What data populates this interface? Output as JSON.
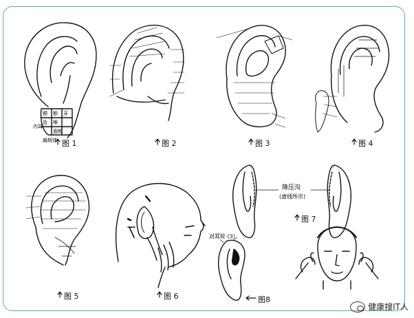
{
  "figures": {
    "f1": {
      "caption": "图 1",
      "labels": {
        "a": "颞",
        "b": "额",
        "c": "牙",
        "d": "舌",
        "e": "眼",
        "f": "内耳",
        "g": "面颊",
        "h": "扁桃体"
      }
    },
    "f2": {
      "caption": "图 2"
    },
    "f3": {
      "caption": "图 3"
    },
    "f4": {
      "caption": "图 4"
    },
    "f5": {
      "caption": "图 5"
    },
    "f6": {
      "caption": "图 6"
    },
    "f7": {
      "caption": "图 7",
      "label_line1": "降压沟",
      "label_line2": "(虚线所示)"
    },
    "f8": {
      "caption": "图8",
      "label": "对耳轮 (3)"
    }
  },
  "watermark": {
    "text": "健康搜IT人",
    "icon": "wechat-icon"
  }
}
